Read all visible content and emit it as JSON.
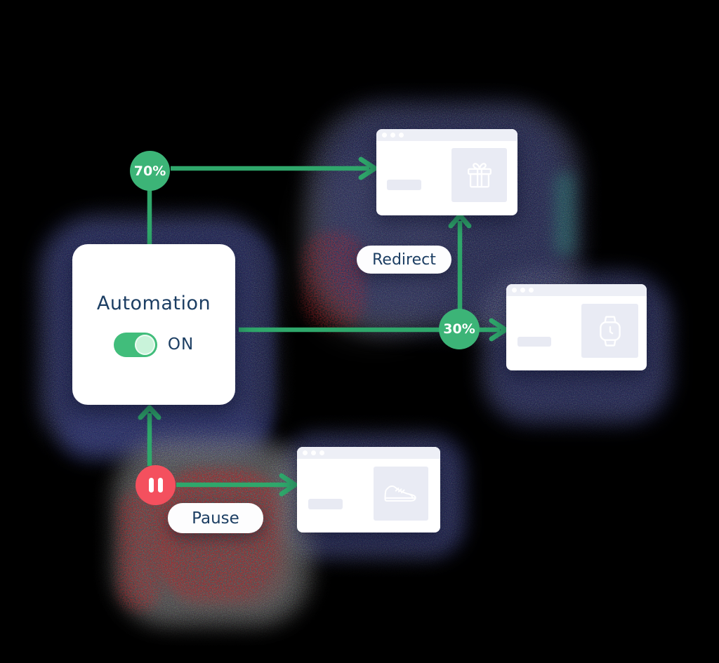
{
  "illustration": {
    "automation_card": {
      "title": "Automation",
      "toggle_label": "ON",
      "toggle_on": true
    },
    "badges": {
      "b70": {
        "label": "70%"
      },
      "b30": {
        "label": "30%"
      },
      "pause": {
        "icon": "pause-icon"
      }
    },
    "pills": {
      "redirect": {
        "label": "Redirect"
      },
      "pause": {
        "label": "Pause"
      }
    },
    "windows": {
      "gift": {
        "icon": "gift-icon"
      },
      "watch": {
        "icon": "watch-icon"
      },
      "shoe": {
        "icon": "sneaker-icon"
      }
    },
    "colors": {
      "badge_green": "#3cb477",
      "line_green": "#2fa76b",
      "toggle_green": "#41bd7b",
      "toggle_knob": "#c9f3da",
      "pause_red": "#f4505e",
      "navy_text": "#1c3e63",
      "window_bar": "#edeff6",
      "panel_gray": "#e9ebf4",
      "background": "#000000"
    }
  }
}
